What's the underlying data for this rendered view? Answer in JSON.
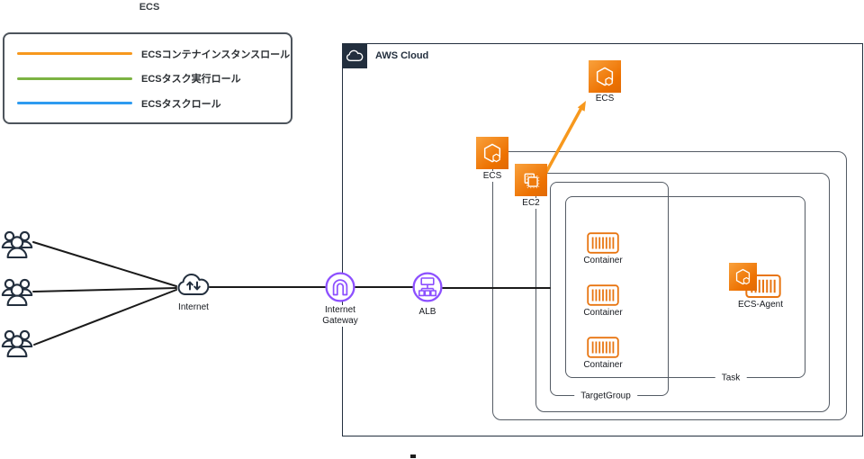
{
  "title": "ECS",
  "legend": {
    "items": [
      {
        "label": "ECSコンテナインスタンスロール",
        "color": "#F7981D"
      },
      {
        "label": "ECSタスク実行ロール",
        "color": "#7CB342"
      },
      {
        "label": "ECSタスクロール",
        "color": "#2E9BF0"
      }
    ]
  },
  "aws_cloud": {
    "label": "AWS Cloud"
  },
  "nodes": {
    "internet": {
      "label": "Internet"
    },
    "internet_gateway": {
      "label": "Internet Gateway"
    },
    "alb": {
      "label": "ALB"
    },
    "ecs_service_top": {
      "label": "ECS"
    },
    "ecs_cluster": {
      "label": "ECS"
    },
    "ec2": {
      "label": "EC2"
    },
    "containers": [
      {
        "label": "Container"
      },
      {
        "label": "Container"
      },
      {
        "label": "Container"
      }
    ],
    "ecs_agent": {
      "label": "ECS-Agent"
    },
    "task": {
      "label": "Task"
    },
    "target_group": {
      "label": "TargetGroup"
    }
  },
  "colors": {
    "accent_orange": "#F7981D",
    "legend_green": "#7CB342",
    "legend_blue": "#2E9BF0",
    "aws_icon_orange": "#ED7100",
    "network_purple": "#8C4FFF",
    "navy": "#232F3E",
    "box_border": "#545B64",
    "line_black": "#1A1A1A"
  }
}
